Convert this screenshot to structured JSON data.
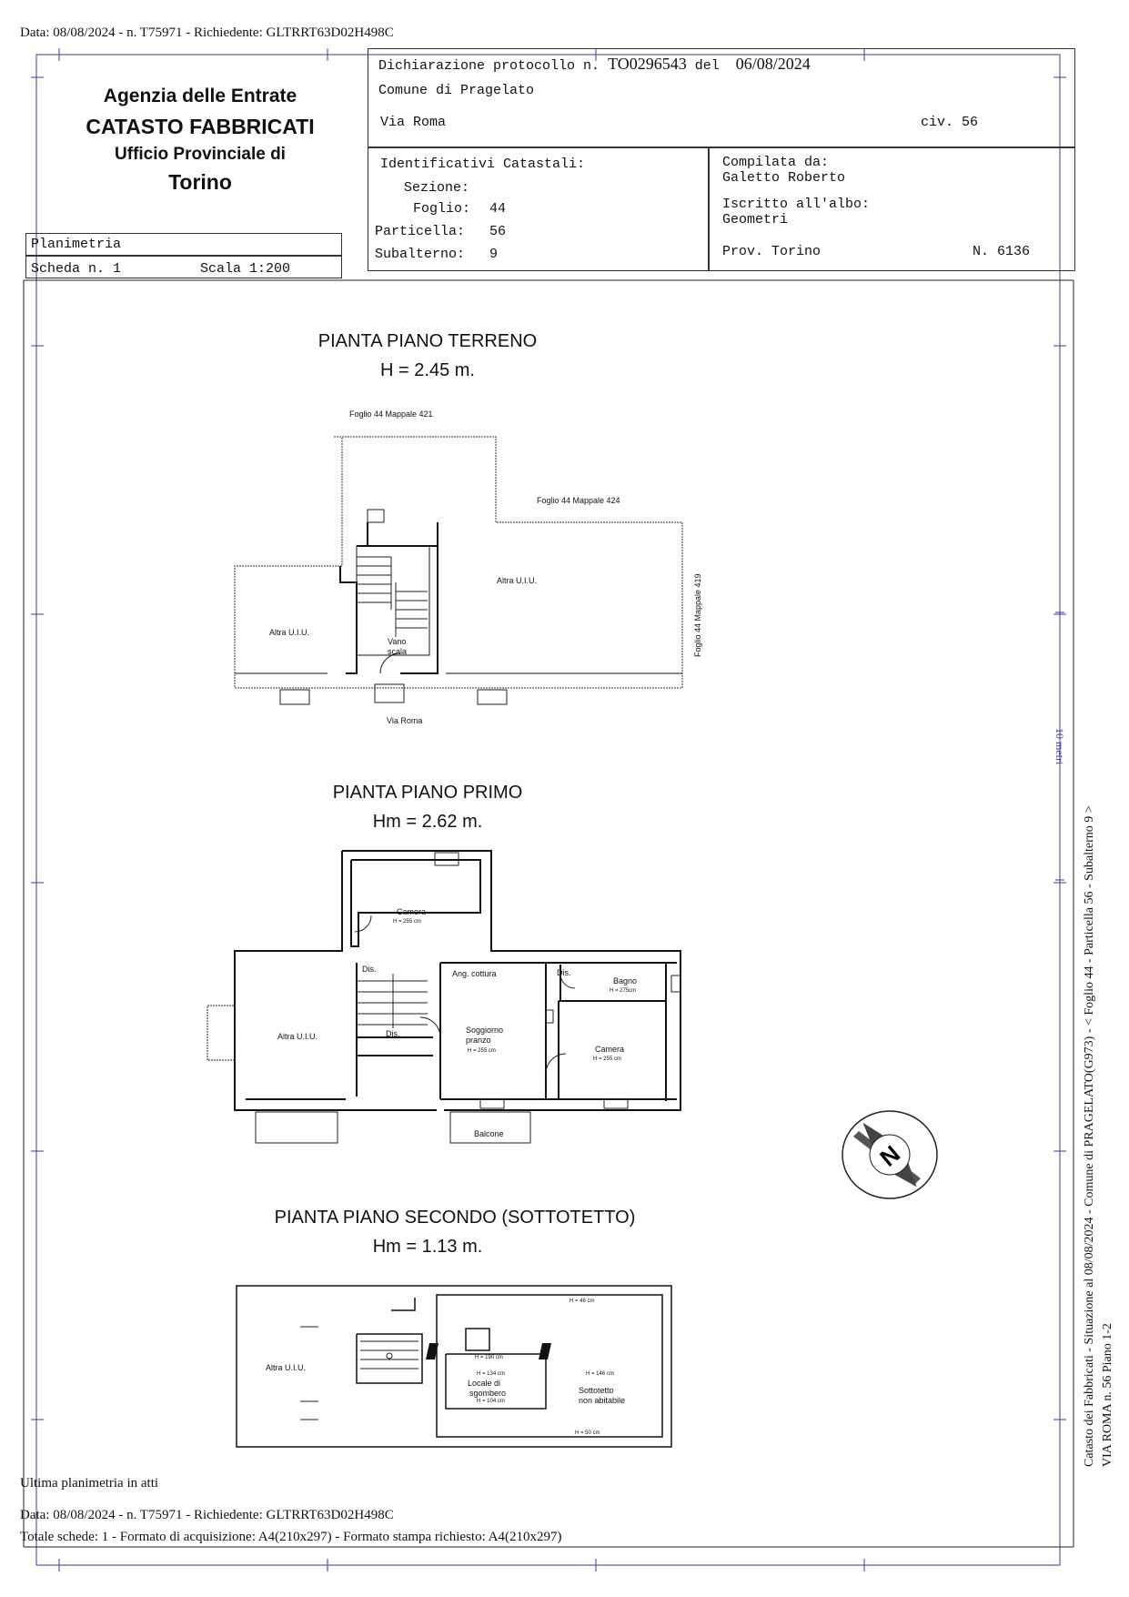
{
  "header_top": "Data: 08/08/2024 - n. T75971 - Richiedente: GLTRRT63D02H498C",
  "agency": {
    "line1": "Agenzia delle Entrate",
    "line2": "CATASTO FABBRICATI",
    "line3": "Ufficio Provinciale di",
    "line4": "Torino"
  },
  "protocol": {
    "label": "Dichiarazione protocollo n.",
    "number": "TO0296543",
    "del_label": "del",
    "date": "06/08/2024",
    "comune": "Comune di Pragelato",
    "via": "Via Roma",
    "civ": "civ. 56"
  },
  "ident": {
    "title": "Identificativi Catastali:",
    "sezione": "Sezione:",
    "foglio_label": "Foglio:",
    "foglio": "44",
    "particella_label": "Particella:",
    "particella": "56",
    "subalterno_label": "Subalterno:",
    "subalterno": "9"
  },
  "compilata": {
    "label": "Compilata da:",
    "name": "Galetto Roberto",
    "albo_label": "Iscritto all'albo:",
    "albo": "Geometri",
    "prov": "Prov. Torino",
    "n": "N. 6136"
  },
  "planimetria": {
    "label": "Planimetria",
    "scheda": "Scheda n. 1",
    "scala": "Scala 1:200"
  },
  "ground": {
    "title": "PIANTA PIANO TERRENO",
    "height": "H = 2.45 m.",
    "map421": "Foglio 44 Mappale 421",
    "map424": "Foglio 44 Mappale 424",
    "map419": "Foglio 44 Mappale 419",
    "altra1": "Altra U.I.U.",
    "altra2": "Altra U.I.U.",
    "vano1": "Vano",
    "vano2": "scala",
    "via_roma": "Via Roma"
  },
  "first": {
    "title": "PIANTA PIANO PRIMO",
    "height": "Hm = 2.62 m.",
    "camera1": "Camera",
    "camera1_h": "H = 255 cm",
    "dis1": "Dis.",
    "dis2": "Dis.",
    "dis3": "Dis.",
    "ang": "Ang. cottura",
    "bagno": "Bagno",
    "bagno_h": "H = 275cm",
    "altra": "Altra U.I.U.",
    "soggiorno1": "Soggiorno",
    "soggiorno2": "pranzo",
    "soggiorno_h": "H = 255 cm",
    "camera2": "Camera",
    "camera2_h": "H = 255 cm",
    "balcone": "Balcone"
  },
  "second": {
    "title": "PIANTA PIANO SECONDO (SOTTOTETTO)",
    "height": "Hm = 1.13 m.",
    "h46": "H = 46 cm",
    "h190": "H = 190 cm",
    "h134": "H = 134 cm",
    "locale1": "Locale di",
    "locale2": "sgombero",
    "h104": "H = 104 cm",
    "h146": "H = 146 cm",
    "sott1": "Sottotetto",
    "sott2": "non abitabile",
    "h50": "H = 50 cm",
    "altra": "Altra U.I.U."
  },
  "scale_bar": "10 metri",
  "side_text1": "Catasto dei Fabbricati - Situazione al 08/08/2024 - Comune di PRAGELATO(G973) - < Foglio 44 - Particella 56 - Subalterno 9 >",
  "side_text2": "VIA ROMA n. 56 Piano 1-2",
  "footer": {
    "ultima": "Ultima planimetria in atti",
    "data": "Data: 08/08/2024 - n. T75971 - Richiedente: GLTRRT63D02H498C",
    "totale": "Totale schede: 1 - Formato di acquisizione: A4(210x297)  - Formato stampa richiesto: A4(210x297)"
  }
}
